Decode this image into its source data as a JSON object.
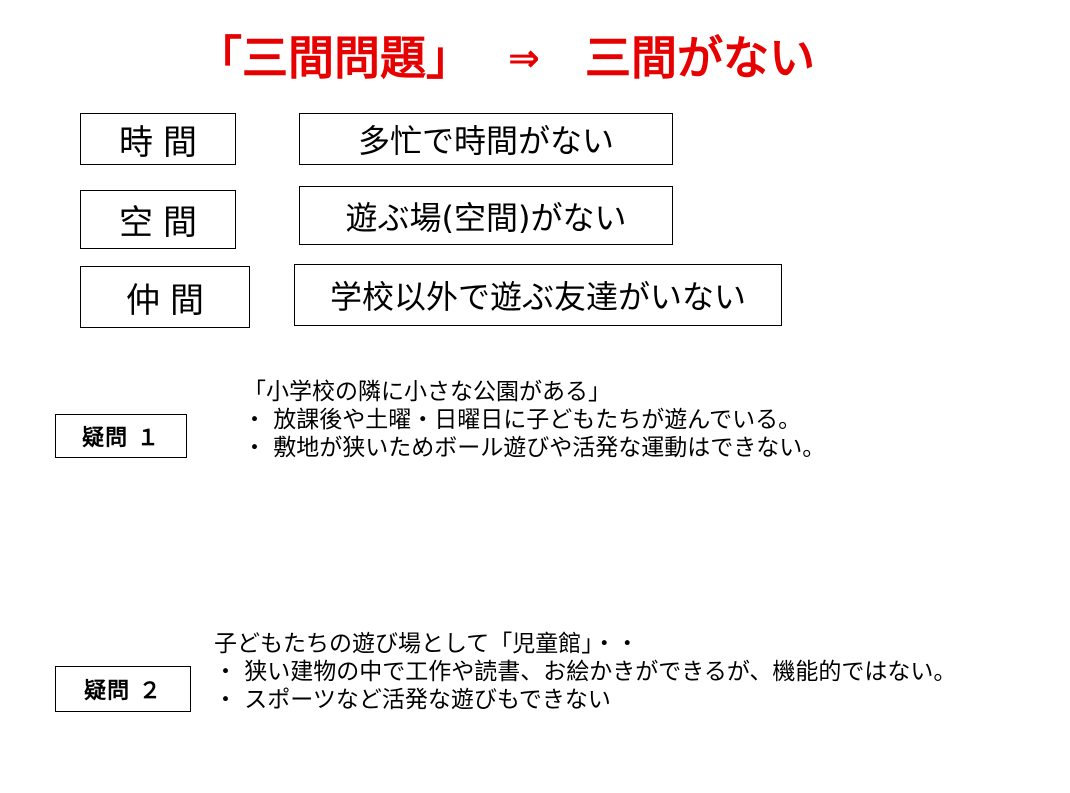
{
  "header": {
    "left": "「三間問題」",
    "arrow": "⇒",
    "right": "三間がない"
  },
  "rows": [
    {
      "term": "時間",
      "desc": "多忙で時間がない"
    },
    {
      "term": "空間",
      "desc": "遊ぶ場(空間)がない"
    },
    {
      "term": "仲間",
      "desc": "学校以外で遊ぶ友達がいない"
    }
  ],
  "questions": [
    {
      "label": "疑問 １",
      "lines": [
        "「小学校の隣に小さな公園がある」",
        "・ 放課後や土曜・日曜日に子どもたちが遊んでいる。",
        "・ 敷地が狭いためボール遊びや活発な運動はできない。"
      ]
    },
    {
      "label": "疑問 ２",
      "lines": [
        "子どもたちの遊び場として「児童館」・・",
        "・ 狭い建物の中で工作や読書、お絵かきができるが、機能的ではない。",
        "・ スポーツなど活発な遊びもできない"
      ]
    }
  ],
  "colors": {
    "title": "#e60000",
    "text": "#000000",
    "border": "#000000",
    "background": "#ffffff"
  }
}
